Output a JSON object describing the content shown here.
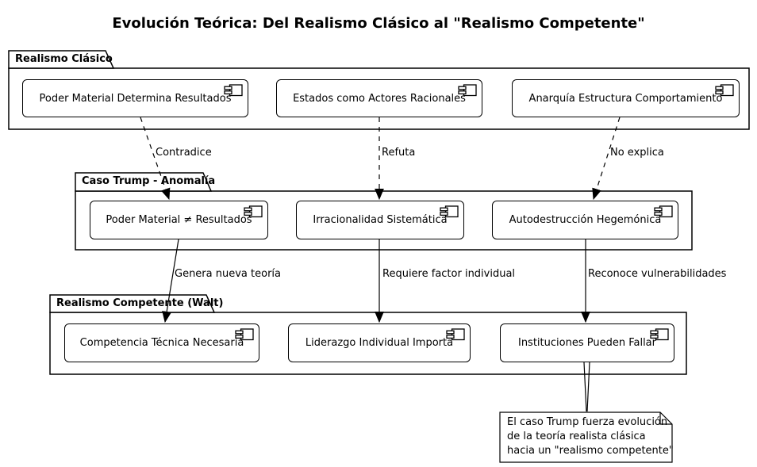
{
  "title": "Evolución Teórica: Del Realismo Clásico al \"Realismo Competente\"",
  "packages": [
    {
      "label": "Realismo Clásico",
      "components": [
        "Poder Material Determina Resultados",
        "Estados como Actores Racionales",
        "Anarquía Estructura Comportamiento"
      ]
    },
    {
      "label": "Caso Trump - Anomalía",
      "components": [
        "Poder Material ≠ Resultados",
        "Irracionalidad Sistemática",
        "Autodestrucción Hegemónica"
      ]
    },
    {
      "label": "Realismo Competente (Walt)",
      "components": [
        "Competencia Técnica Necesaria",
        "Liderazgo Individual Importa",
        "Instituciones Pueden Fallar"
      ]
    }
  ],
  "edges": [
    {
      "label": "Contradice",
      "style": "dashed",
      "from": "Poder Material Determina Resultados",
      "to": "Poder Material ≠ Resultados"
    },
    {
      "label": "Refuta",
      "style": "dashed",
      "from": "Estados como Actores Racionales",
      "to": "Irracionalidad Sistemática"
    },
    {
      "label": "No explica",
      "style": "dashed",
      "from": "Anarquía Estructura Comportamiento",
      "to": "Autodestrucción Hegemónica"
    },
    {
      "label": "Genera nueva teoría",
      "style": "solid",
      "from": "Poder Material ≠ Resultados",
      "to": "Competencia Técnica Necesaria"
    },
    {
      "label": "Requiere factor individual",
      "style": "solid",
      "from": "Irracionalidad Sistemática",
      "to": "Liderazgo Individual Importa"
    },
    {
      "label": "Reconoce vulnerabilidades",
      "style": "solid",
      "from": "Autodestrucción Hegemónica",
      "to": "Instituciones Pueden Fallar"
    }
  ],
  "note": {
    "lines": [
      "El caso Trump fuerza evolución",
      "de la teoría realista clásica",
      "hacia un \"realismo competente\""
    ],
    "attached_to": "Instituciones Pueden Fallar"
  },
  "colors": {
    "line": "#000000",
    "fill": "#ffffff",
    "background": "#ffffff",
    "text": "#000000"
  }
}
